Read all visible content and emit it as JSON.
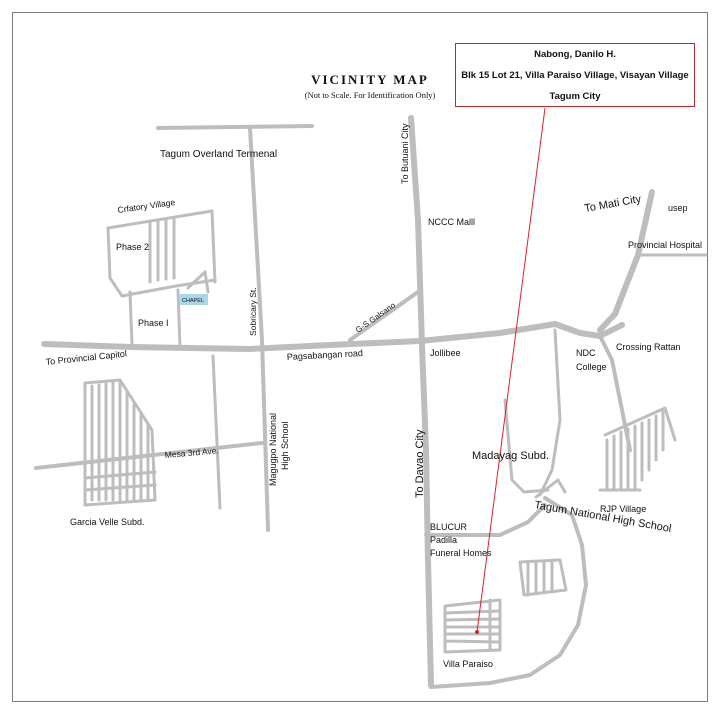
{
  "title": "VICINITY MAP",
  "subtitle": "(Not to Scale. For Identification Only)",
  "address_box": {
    "line1": "Nabong, Danilo H.",
    "line2": "Blk 15 Lot 21, Villa Paraiso Village, Visayan Village",
    "line3": "Tagum City"
  },
  "labels": {
    "tagum_overland": "Tagum Overland Termenal",
    "creatory_village": "Crfatory Village",
    "phase2": "Phase 2",
    "phase1": "Phase I",
    "chapel": "CHAPEL",
    "sobricary": "Sobricary St.",
    "to_provincial_capitol": "To Provincial Capitol",
    "pagsabangan": "Pagsabangan road",
    "gs_galsano": "G-S Galsano",
    "ncc_mall": "NCCC Malll",
    "to_butuan": "To Butuani City",
    "jollibee": "Jollibee",
    "to_mati": "To Mati City",
    "usep": "usep",
    "provincial_hospital": "Provincial Hospital",
    "ndc_college": "NDC College",
    "crossing_rattan": "Crossing Rattan",
    "mesa_3rd": "Mesa 3rd Ave.",
    "magugpo_school": "Magugpo National High School",
    "garcia_velle": "Garcia Velle Subd.",
    "to_davao": "To Davao City",
    "madayag": "Madayag Subd.",
    "rjp_village": "RJP Village",
    "tagum_nhs": "Tagum National High School",
    "blucur": "BLUCUR",
    "padilla": "Padilla",
    "funeral_homes": "Funeral Homes",
    "villa_paraiso": "Villa Paraiso"
  },
  "colors": {
    "road": "#bdbdbd",
    "pointer": "#e0202a",
    "chapel_fill": "#a8d8e8",
    "frame": "#7a7a7a"
  }
}
